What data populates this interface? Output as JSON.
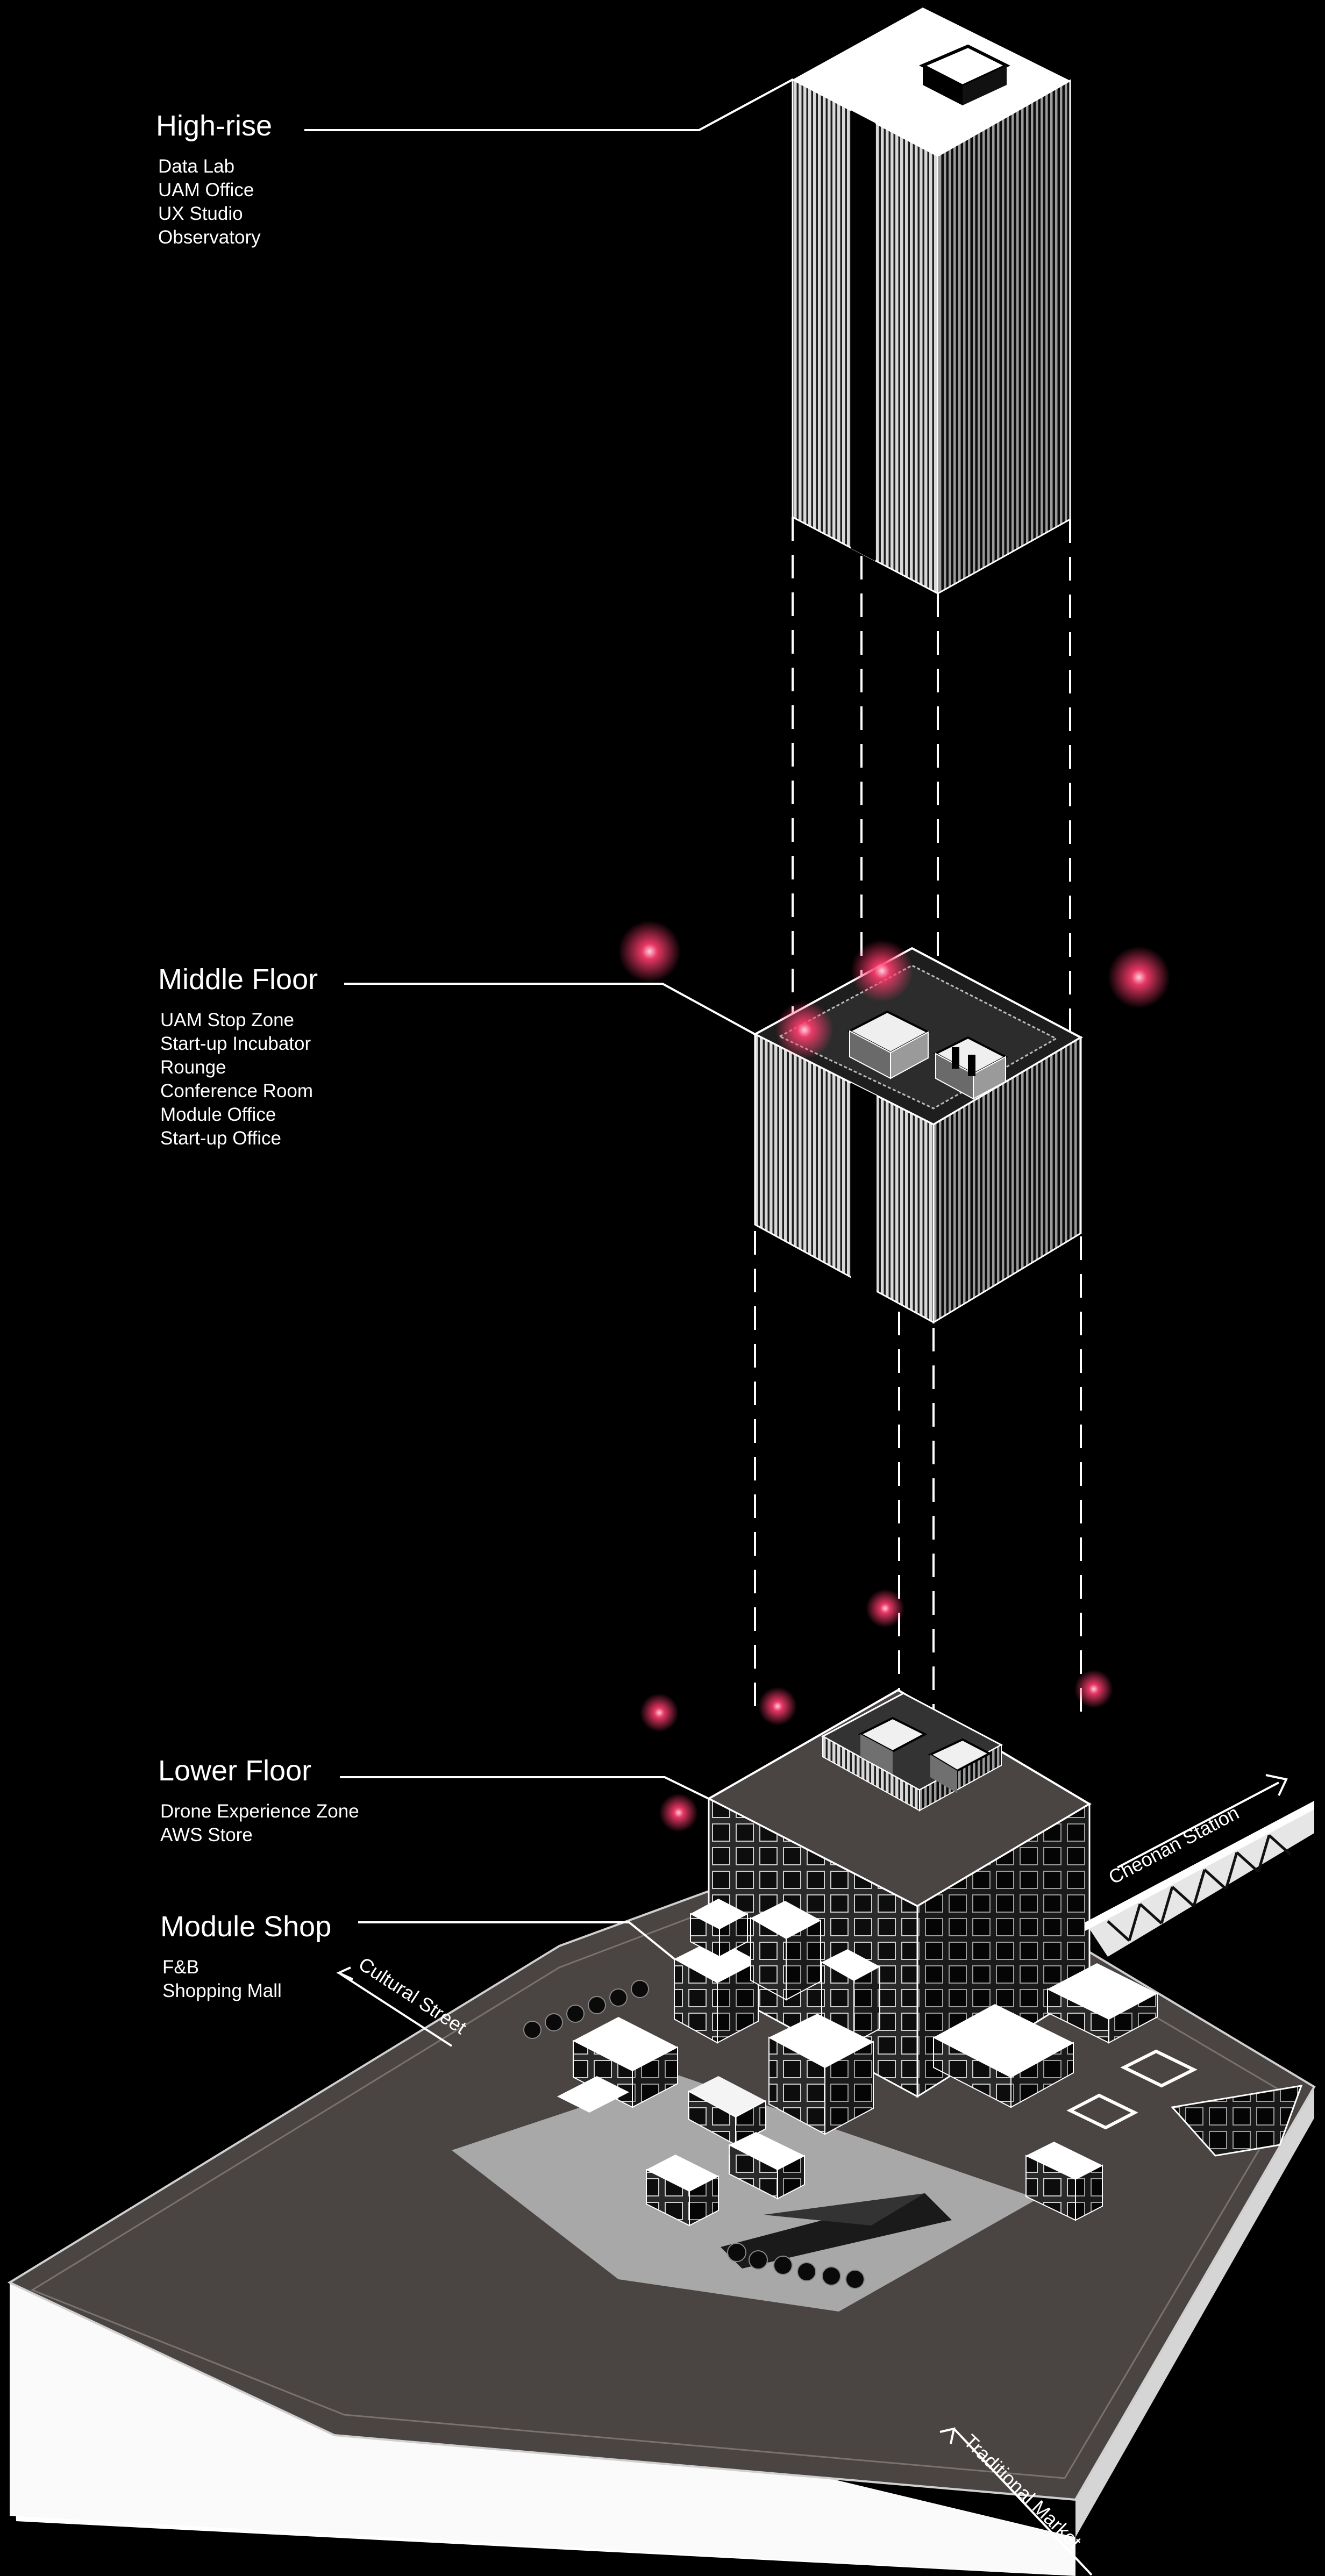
{
  "labels": {
    "high_rise": {
      "title": "High-rise",
      "items": [
        "Data Lab",
        "UAM Office",
        "UX Studio",
        "Observatory"
      ]
    },
    "middle_floor": {
      "title": "Middle Floor",
      "items": [
        "UAM Stop Zone",
        "Start-up Incubator",
        "Rounge",
        "Conference Room",
        "Module Office",
        "Start-up Office"
      ]
    },
    "lower_floor": {
      "title": "Lower Floor",
      "items": [
        "Drone Experience Zone",
        "AWS Store"
      ]
    },
    "module_shop": {
      "title": "Module Shop",
      "items": [
        "F&B",
        "Shopping Mall"
      ]
    }
  },
  "streets": {
    "cultural": "Cultural Street",
    "station": "Cheonan Station",
    "market": "Traditional Market"
  },
  "colors": {
    "background": "#000000",
    "linework": "#ffffff",
    "podium_deck": "#4a4542",
    "drone_glow": "#ff3c6e"
  }
}
